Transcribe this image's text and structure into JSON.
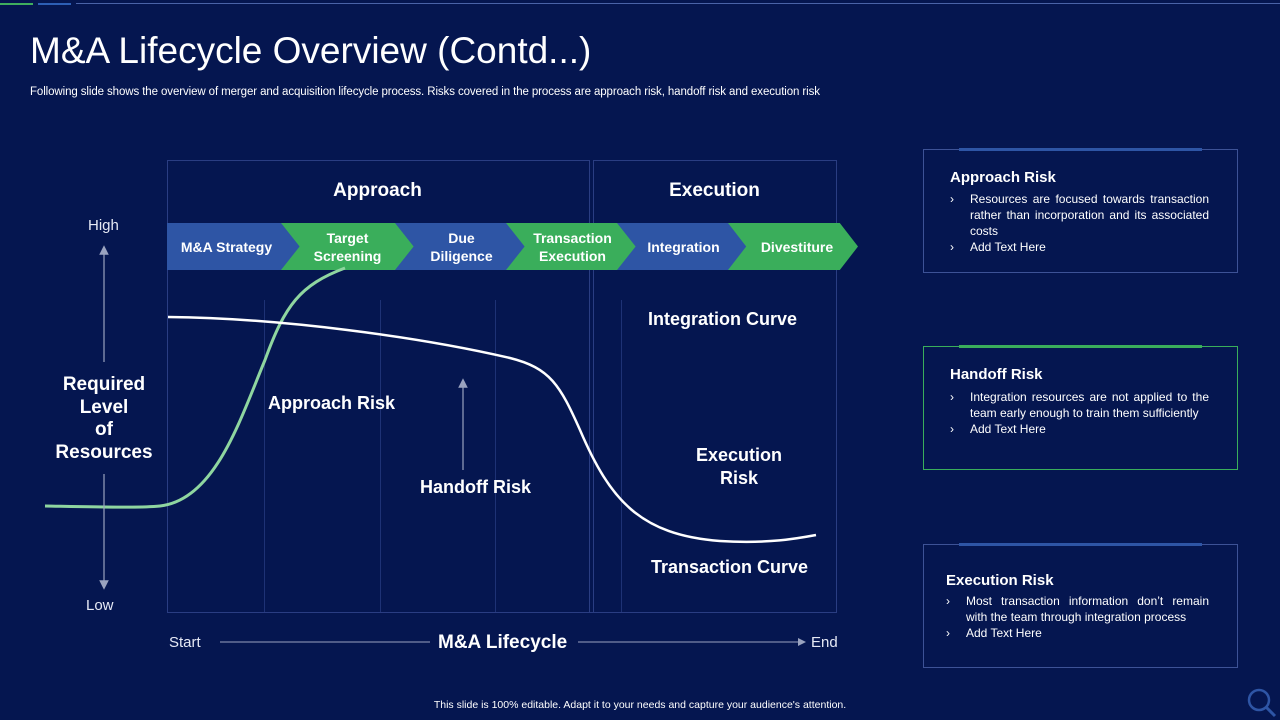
{
  "title": "M&A Lifecycle Overview (Contd...)",
  "subtitle": "Following slide shows the overview of merger and acquisition lifecycle process. Risks covered in the process are approach risk, handoff risk and execution risk",
  "diagram": {
    "phases": {
      "approach": "Approach",
      "execution": "Execution"
    },
    "steps": [
      {
        "label": "M&A Strategy",
        "color": "#2e55a5"
      },
      {
        "label": "Target Screening",
        "color": "#3aae5b"
      },
      {
        "label": "Due Diligence",
        "color": "#2e55a5"
      },
      {
        "label": "Transaction Execution",
        "color": "#3aae5b"
      },
      {
        "label": "Integration",
        "color": "#2e55a5"
      },
      {
        "label": "Divestiture",
        "color": "#3aae5b"
      }
    ],
    "y_axis": {
      "high": "High",
      "low": "Low",
      "label": "Required Level of Resources"
    },
    "x_axis": {
      "start": "Start",
      "label": "M&A Lifecycle",
      "end": "End"
    },
    "labels": {
      "integration_curve": "Integration Curve",
      "approach_risk": "Approach Risk",
      "execution_risk": "Execution Risk",
      "handoff_risk": "Handoff Risk",
      "transaction_curve": "Transaction Curve"
    },
    "curve_colors": {
      "integration": "#8fd6a0",
      "transaction": "#ffffff"
    }
  },
  "cards": [
    {
      "title": "Approach Risk",
      "bullets": [
        "Resources are focused towards transaction rather than incorporation and its associated costs",
        "Add Text Here"
      ]
    },
    {
      "title": "Handoff Risk",
      "bullets": [
        "Integration resources are not applied to the team early enough to train them sufficiently",
        "Add Text Here"
      ]
    },
    {
      "title": "Execution Risk",
      "bullets": [
        "Most transaction information don’t remain with the team through integration process",
        "Add Text Here"
      ]
    }
  ],
  "footer": "This slide is 100% editable.  Adapt it to your needs and capture your audience's attention.",
  "colors": {
    "background": "#051650",
    "blue": "#2e55a5",
    "green": "#3aae5b"
  }
}
